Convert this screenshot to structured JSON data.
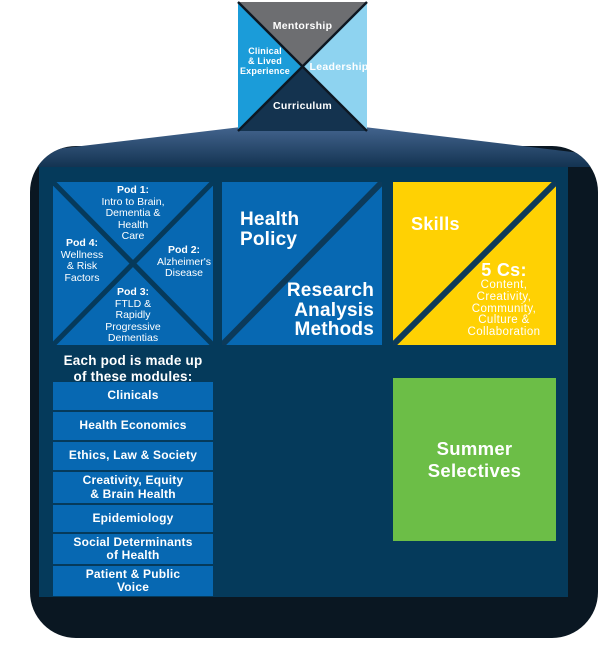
{
  "diamond": {
    "top": "Mentorship",
    "left": "Clinical\n& Lived\nExperience",
    "right": "Leadership",
    "bottom": "Curriculum"
  },
  "pods": {
    "pod1": {
      "label": "Pod 1:",
      "body": "Intro to Brain,\nDementia &\nHealth\nCare"
    },
    "pod2": {
      "label": "Pod 2:",
      "body": "Alzheimer's\nDisease"
    },
    "pod3": {
      "label": "Pod 3:",
      "body": "FTLD &\nRapidly\nProgressive\nDementias"
    },
    "pod4": {
      "label": "Pod 4:",
      "body": "Wellness\n& Risk\nFactors"
    }
  },
  "modules": {
    "heading": "Each pod is made up\nof these modules:",
    "items": [
      "Clinicals",
      "Health Economics",
      "Ethics, Law & Society",
      "Creativity, Equity\n& Brain Health",
      "Epidemiology",
      "Social Determinants\nof Health",
      "Patient & Public\nVoice"
    ]
  },
  "center_square": {
    "primary": "Health\nPolicy",
    "secondary": "Research\nAnalysis\nMethods"
  },
  "skills_square": {
    "title": "Skills",
    "subtitle": "5 Cs:",
    "body": "Content,\nCreativity,\nCommunity,\nCulture &\nCollaboration"
  },
  "summer_square": {
    "label": "Summer\nSelectives"
  },
  "colors": {
    "bright_blue": "#0768b2",
    "panel_navy": "#053a5b",
    "frame_dark": "#0a1722",
    "yellow": "#ffd103",
    "green": "#6cbe47",
    "diamond_gray": "#6d6e71",
    "diamond_mid_blue": "#1b9cd9",
    "diamond_light_blue": "#8ed3f0",
    "diamond_dark_navy": "#14334f"
  }
}
